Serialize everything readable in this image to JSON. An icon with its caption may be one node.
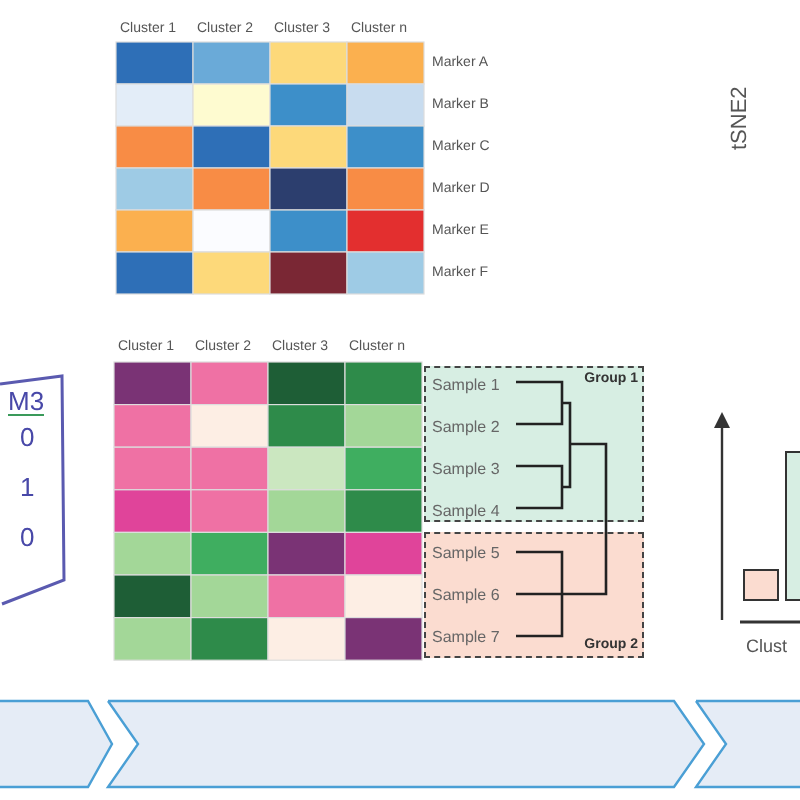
{
  "diagram": {
    "nodes": [
      {
        "text": [
          "M3",
          "0",
          "1",
          "0"
        ]
      },
      {
        "text": [
          "Group 1"
        ]
      },
      {
        "text": [
          "Sample 1"
        ],
        "in": 1
      },
      {
        "text": [
          "Sample 2"
        ],
        "in": 1
      },
      {
        "text": [
          "Sample 3"
        ],
        "in": 1
      },
      {
        "text": [
          "Sample 4"
        ],
        "in": 1
      },
      {
        "text": [
          "Group 2"
        ]
      },
      {
        "text": [
          "Sample 5"
        ],
        "in": 6
      },
      {
        "text": [
          "Sample 6"
        ],
        "in": 6
      },
      {
        "text": [
          "Sample 7"
        ],
        "in": 6
      },
      {
        "text": [],
        "shape": "chevron"
      },
      {
        "text": [],
        "shape": "chevron"
      },
      {
        "text": [],
        "shape": "chevron"
      }
    ],
    "labels": [
      "Cluster 1",
      "Cluster 2",
      "Cluster 3",
      "Cluster n",
      "Marker A",
      "Marker B",
      "Marker C",
      "Marker D",
      "Marker E",
      "Marker F",
      "Cluster 1",
      "Cluster 2",
      "Cluster 3",
      "Cluster n",
      "tSNE2",
      "Clust"
    ]
  }
}
